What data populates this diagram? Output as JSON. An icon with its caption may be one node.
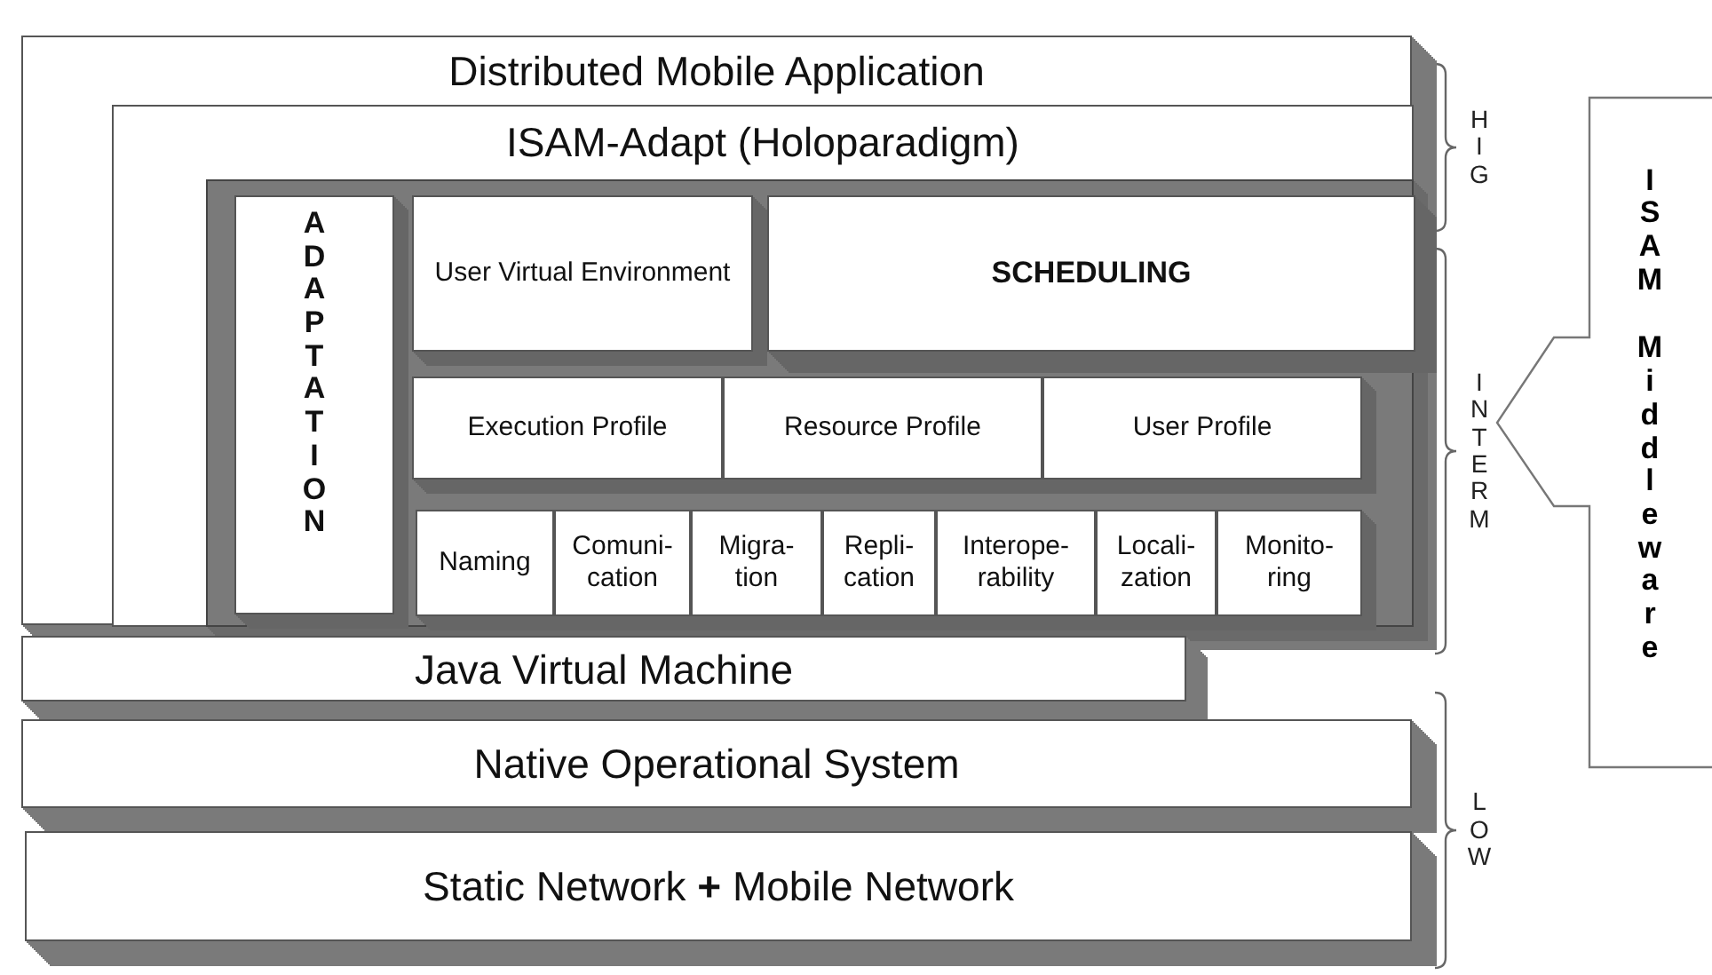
{
  "diagram": {
    "nodes": [
      {
        "text": [
          "Distributed Mobile Application"
        ]
      },
      {
        "text": [
          "ISAM-Adapt (Holoparadigm)"
        ],
        "in": 0
      },
      {
        "text": [
          "ADAPTATION"
        ],
        "in": 1
      },
      {
        "text": [
          "User Virtual Environment"
        ],
        "in": 1
      },
      {
        "text": [
          "SCHEDULING"
        ],
        "in": 1
      },
      {
        "text": [
          "Execution Profile"
        ],
        "in": 1
      },
      {
        "text": [
          "Resource Profile"
        ],
        "in": 1
      },
      {
        "text": [
          "User Profile"
        ],
        "in": 1
      },
      {
        "text": [
          "Naming"
        ],
        "in": 1
      },
      {
        "text": [
          "Comuni- cation"
        ],
        "in": 1
      },
      {
        "text": [
          "Migra- tion"
        ],
        "in": 1
      },
      {
        "text": [
          "Repli- cation"
        ],
        "in": 1
      },
      {
        "text": [
          "Interope- rability"
        ],
        "in": 1
      },
      {
        "text": [
          "Locali- zation"
        ],
        "in": 1
      },
      {
        "text": [
          "Monito- ring"
        ],
        "in": 1
      },
      {
        "text": [
          "Java Virtual Machine"
        ]
      },
      {
        "text": [
          "Native Operational System"
        ]
      },
      {
        "text": [
          "Static Network **+** Mobile Network"
        ]
      },
      {
        "text": [
          "ISAM Middleware"
        ]
      }
    ],
    "edges": [],
    "labels": [
      "HIG",
      "INTERM",
      "LOW"
    ]
  }
}
